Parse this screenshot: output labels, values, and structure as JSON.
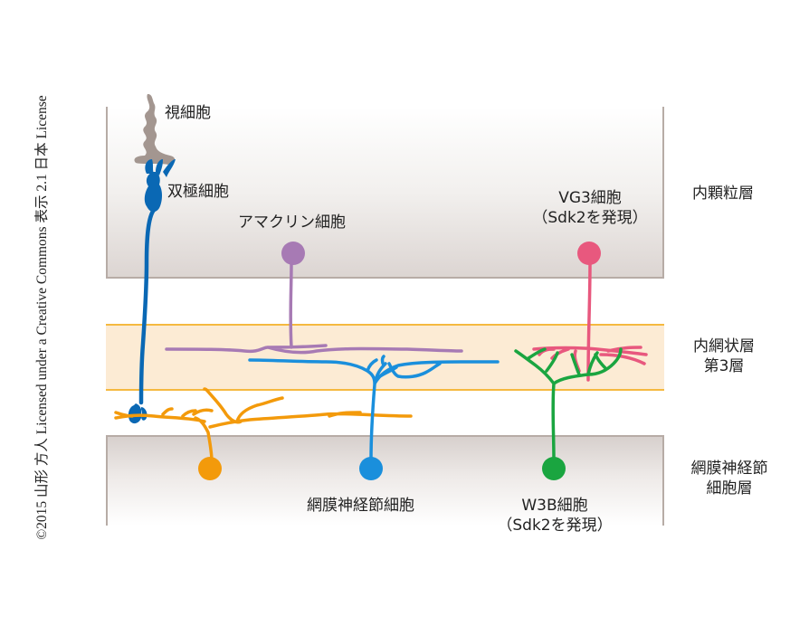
{
  "copyright": "©2015 山形 方人 Licensed under a Creative Commons 表示 2.1 日本 License",
  "layers": {
    "inner_nuclear": "内顆粒層",
    "inner_plexiform_line1": "内網状層",
    "inner_plexiform_line2": "第3層",
    "ganglion_line1": "網膜神経節",
    "ganglion_line2": "細胞層"
  },
  "cells": {
    "photoreceptor": {
      "label": "視細胞",
      "color": "#a39690"
    },
    "bipolar": {
      "label": "双極細胞",
      "color": "#0a68b4"
    },
    "amacrine": {
      "label": "アマクリン細胞",
      "color": "#a77ab4"
    },
    "vg3": {
      "label_line1": "VG3細胞",
      "label_line2": "（Sdk2を発現）",
      "color": "#e8587e"
    },
    "orange_rgc": {
      "color": "#f39a0b"
    },
    "rgc": {
      "label": "網膜神経節細胞",
      "color": "#1a8fdc"
    },
    "w3b": {
      "label_line1": "W3B細胞",
      "label_line2": "（Sdk2を発現）",
      "color": "#1aa540"
    }
  },
  "colors": {
    "ipl_fill": "#fcebd4",
    "ipl_border": "#f5b940",
    "layer_border": "#b7aca6"
  }
}
